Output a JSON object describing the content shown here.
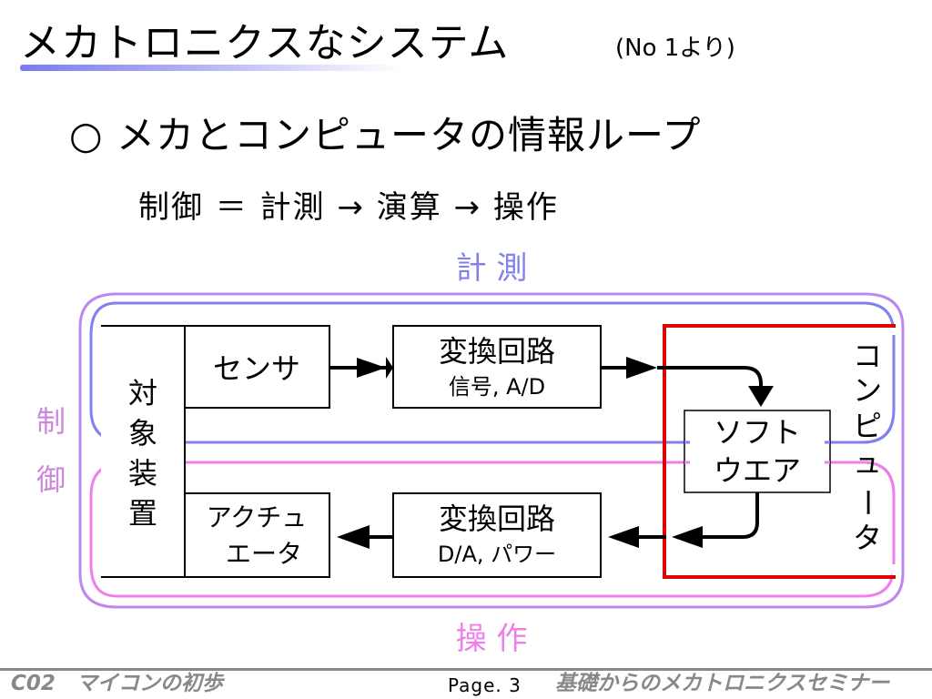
{
  "title": "メカトロニクスなシステム",
  "title_ref": "(No 1より)",
  "heading": "○ メカとコンピュータの情報ループ",
  "formula": "制御 ＝ 計測 → 演算 → 操作",
  "diagram": {
    "loop_top_label": "計 測",
    "loop_bottom_label": "操 作",
    "loop_left_label_1": "制",
    "loop_left_label_2": "御",
    "target_device": [
      "対",
      "象",
      "装",
      "置"
    ],
    "sensor": "センサ",
    "actuator_line1": "アクチュ",
    "actuator_line2": "エータ",
    "converter_top_title": "変換回路",
    "converter_top_sub": "信号, A/D",
    "converter_bottom_title": "変換回路",
    "converter_bottom_sub": "D/A, パワー",
    "software_line1": "ソフト",
    "software_line2": "ウエア",
    "computer_vertical": [
      "コ",
      "ン",
      "ピ",
      "ュ",
      "ー",
      "タ"
    ],
    "colors": {
      "measure_loop": "#8080ee",
      "control_loop": "#ee80e8",
      "left_label": "#cc88dd",
      "computer_frame": "#e00000"
    }
  },
  "footer": {
    "left": "C02　マイコンの初歩",
    "page": "Page. 3",
    "right": "基礎からのメカトロニクスセミナー"
  }
}
